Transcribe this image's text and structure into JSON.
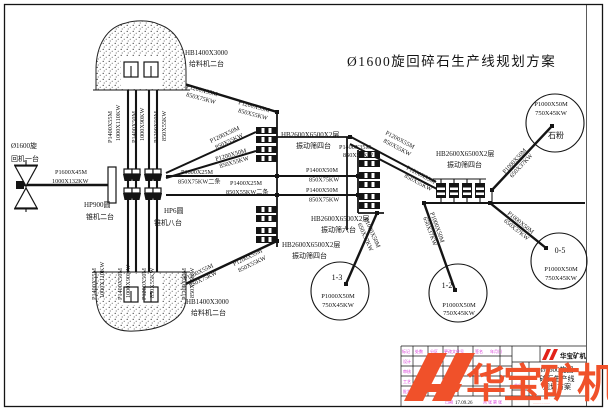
{
  "title": "Ø1600旋回碎石生产线规划方案",
  "equipment": {
    "gyratory": {
      "l1": "Ø1600旋",
      "l2": "回机一台"
    },
    "feeder_top": {
      "l1": "HB1400X3000",
      "l2": "给料机二台"
    },
    "feeder_bottom": {
      "l1": "HB1400X3000",
      "l2": "给料机二台"
    },
    "hp900": {
      "l1": "HP900圆",
      "l2": "锥机二台"
    },
    "hp6": {
      "l1": "HP6圆",
      "l2": "锥机八台"
    },
    "screen_a": {
      "l1": "HB2600X6500X2层",
      "l2": "振动筛四台"
    },
    "screen_b": {
      "l1": "HB2600X6500X2层",
      "l2": "振动筛四台"
    },
    "screen_c": {
      "l1": "HB2600X6500X2层",
      "l2": "振动筛六台"
    },
    "screen_d": {
      "l1": "HB2600X6500X2层",
      "l2": "振动筛四台"
    }
  },
  "conveyors": {
    "main": {
      "l1": "P1600X45M",
      "l2": "1000X132KW"
    },
    "v_top": [
      {
        "l1": "P1400X55M",
        "l2": "1000X110KW"
      },
      {
        "l1": "P1400X50M",
        "l2": "1000X90KW"
      },
      {
        "l1": "P1200X50M",
        "l2": "850X55KW"
      }
    ],
    "v_bottom": [
      {
        "l1": "P1400X55M",
        "l2": "1000X110KW"
      },
      {
        "l1": "P1400X50M",
        "l2": "1000X90KW"
      },
      {
        "l1": "P1200X50M",
        "l2": "850X55KW"
      },
      {
        "l1": "P1200X50M",
        "l2": "850X55KW"
      }
    ],
    "diag_top": [
      {
        "l1": "P1200X55M",
        "l2": "850X75KW"
      },
      {
        "l1": "P1200X55M",
        "l2": "850X55KW"
      }
    ],
    "diag_bottom": [
      {
        "l1": "P1200X55M",
        "l2": "850X75KW"
      },
      {
        "l1": "P1200X55M",
        "l2": "850X55KW"
      }
    ],
    "to_screen_a": [
      {
        "l1": "P1200X50M",
        "l2": "850X55KW"
      },
      {
        "l1": "P1200X50M",
        "l2": "850X55KW"
      }
    ],
    "bus1": {
      "l1": "P1600X25M",
      "l2": "850X75KW二条"
    },
    "bus2": {
      "l1": "P1400X25M",
      "l2": "850X55KW二条"
    },
    "to_screen_c": [
      {
        "l1": "P1400X50M",
        "l2": "850X75KW"
      },
      {
        "l1": "P1400X50M",
        "l2": "850X75KW"
      }
    ],
    "c_feed": {
      "l1": "P1400X35M",
      "l2": "850X55KW"
    },
    "to_screen_d": [
      {
        "l1": "P1200X55M",
        "l2": "850X55KW"
      },
      {
        "l1": "P1200X55M",
        "l2": "850X55KW"
      }
    ],
    "to_products": [
      {
        "l1": "P1000X50M",
        "l2": "650X37KW"
      },
      {
        "l1": "P1000X50M",
        "l2": "650X37KW"
      },
      {
        "l1": "P1000X50M",
        "l2": "650X37KW"
      },
      {
        "l1": "P1000X50M",
        "l2": "650X37KW"
      }
    ]
  },
  "products": [
    {
      "grade": "石粉",
      "l1": "P1000X50M",
      "l2": "750X45KW"
    },
    {
      "grade": "1-3",
      "l1": "P1000X50M",
      "l2": "750X45KW"
    },
    {
      "grade": "1-2",
      "l1": "P1000X50M",
      "l2": "750X45KW"
    },
    {
      "grade": "0-5",
      "l1": "P1000X50M",
      "l2": "750X45KW"
    }
  ],
  "titleblock": {
    "company": "华宝矿机",
    "watermark": "华宝矿机",
    "name_l1": "Ø1600旋回",
    "name_l2": "碎石生产线",
    "name_l3": "规划方案",
    "date": "17.09.26",
    "fields": {
      "f1": "标记",
      "f2": "处数",
      "f3": "分区",
      "f4": "更改文件号",
      "f5": "签名",
      "f6": "年月日",
      "f7": "设计",
      "f8": "审核",
      "f9": "工艺",
      "f10": "批准",
      "f11": "日期",
      "f12": "单位",
      "f13": "共 张 第 张"
    },
    "fineprint1": "················",
    "fineprint2": "················"
  },
  "colors": {
    "ink": "#141414",
    "accent_orange": "#f0512a",
    "logo_red": "#e2231a",
    "field_magenta": "#d83bd8"
  }
}
